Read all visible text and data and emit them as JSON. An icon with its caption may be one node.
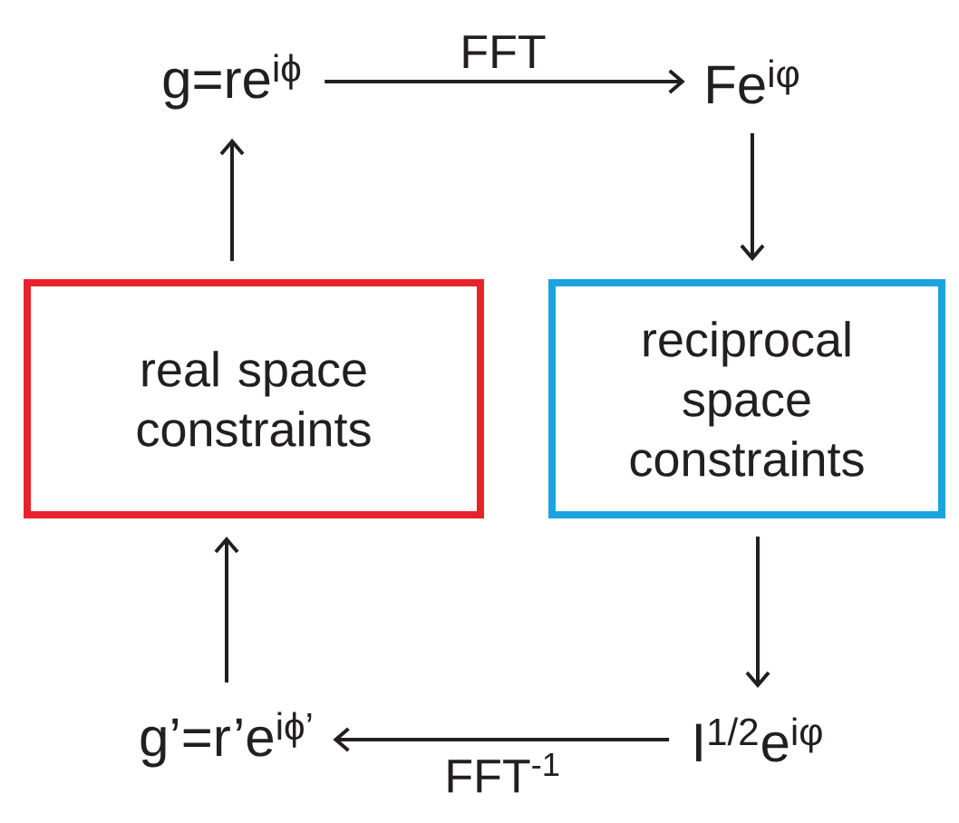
{
  "diagram": {
    "nodes": [
      {
        "text": [
          "g=re$^{iϕ}$"
        ]
      },
      {
        "text": [
          "Fe$^{iφ}$"
        ]
      },
      {
        "text": [
          "reciprocal space constraints"
        ]
      },
      {
        "text": [
          "I$^{1/2}$e$^{iφ}$"
        ]
      },
      {
        "text": [
          "g’=r’e$^{iϕ’}$"
        ]
      },
      {
        "text": [
          "real space constraints"
        ]
      }
    ],
    "edges": [
      {
        "from": 0,
        "to": 1,
        "arrow": "to",
        "label": "FFT"
      },
      {
        "from": 1,
        "to": 2,
        "arrow": "to"
      },
      {
        "from": 2,
        "to": 3,
        "arrow": "to"
      },
      {
        "from": 3,
        "to": 4,
        "arrow": "to",
        "label": "FFT$^{-1}$"
      },
      {
        "from": 4,
        "to": 5,
        "arrow": "to"
      },
      {
        "from": 5,
        "to": 0,
        "arrow": "to"
      }
    ]
  }
}
